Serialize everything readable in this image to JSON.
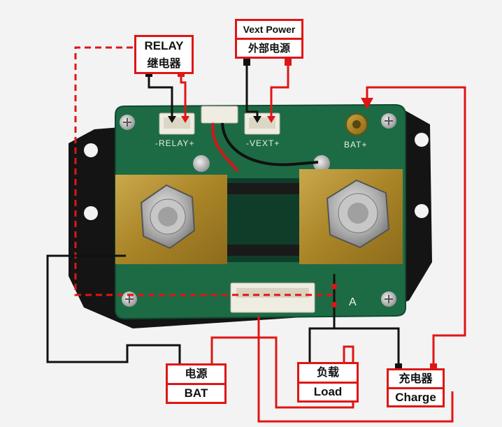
{
  "labels": {
    "relay": {
      "en": "RELAY",
      "zh": "继电器"
    },
    "vext": {
      "en": "Vext Power",
      "zh": "外部电源"
    },
    "bat": {
      "zh": "电源",
      "en": "BAT"
    },
    "load": {
      "zh": "负载",
      "en": "Load"
    },
    "charge": {
      "zh": "充电器",
      "en": "Charge"
    }
  },
  "board_markings": {
    "relay_connector": "-RELAY+",
    "vext_connector": "-VEXT+",
    "bat_post": "BAT+",
    "shunt_terminal": "A"
  },
  "colors": {
    "board_green": "#1d6b45",
    "base_black": "#141414",
    "brass": "#b08d2e",
    "wire_red": "#e01515",
    "wire_black": "#111111",
    "label_border": "#e01515"
  }
}
